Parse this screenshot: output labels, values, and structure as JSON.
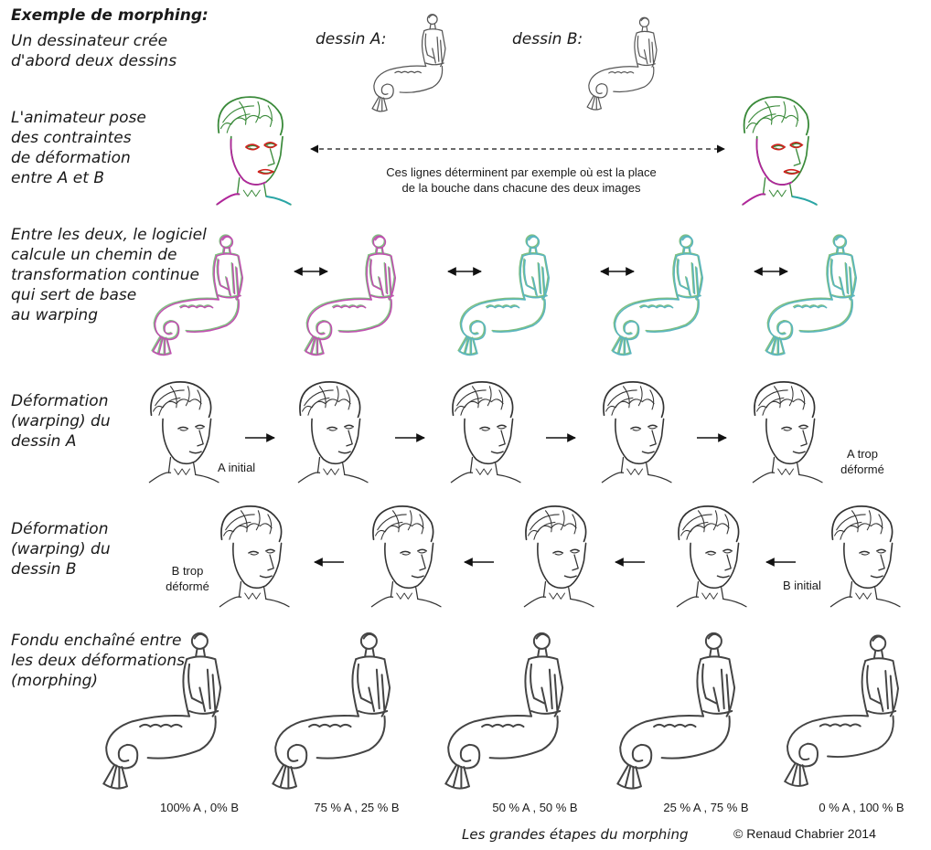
{
  "intro": {
    "title": "Exemple de morphing:",
    "text": "Un dessinateur crée\nd'abord deux dessins",
    "label_a": "dessin A:",
    "label_b": "dessin B:"
  },
  "constraints": {
    "text": "L'animateur pose\ndes contraintes\nde déformation\nentre A  et B",
    "caption": "Ces lignes déterminent par exemple où est la place\nde la bouche dans chacune des deux images"
  },
  "path": {
    "text": "Entre les deux, le logiciel\ncalcule un chemin de\ntransformation continue\nqui sert de base\nau warping"
  },
  "warp_a": {
    "text": "Déformation\n(warping) du\ndessin A",
    "label_start": "A initial",
    "label_end": "A trop\ndéformé"
  },
  "warp_b": {
    "text": "Déformation\n(warping) du\ndessin B",
    "label_start": "B initial",
    "label_end": "B trop\ndéformé"
  },
  "crossfade": {
    "text": "Fondu enchaîné entre\nles deux déformations\n(morphing)",
    "labels": [
      "100% A , 0% B",
      "75 % A , 25 % B",
      "50 % A , 50 % B",
      "25 % A , 75 % B",
      "0 % A , 100 % B"
    ]
  },
  "footer": {
    "title": "Les grandes étapes du morphing",
    "credit": "© Renaud Chabrier 2014"
  }
}
